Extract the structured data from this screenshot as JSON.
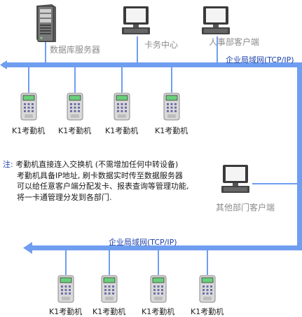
{
  "top_devices": {
    "server_label": "数据库服务器",
    "card_center_label": "卡务中心",
    "hr_client_label": "人事部客户端"
  },
  "network_top_label": "企业局域网(TCP/IP)",
  "network_bottom_label": "企业局域网(TCP/IP)",
  "terminals_top": [
    "K1考勤机",
    "K1考勤机",
    "K1考勤机",
    "K1考勤机"
  ],
  "terminals_bottom": [
    "K1考勤机",
    "K1考勤机",
    "K1考勤机",
    "K1考勤机"
  ],
  "other_client_label": "其他部门客户端",
  "note": {
    "prefix": "注:",
    "lines": [
      "考勤机直接连入交换机 (不需增加任何中转设备)",
      "考勤机具备IP地址, 刷卡数据实时传至数据服务器",
      "可以给任意客户端分配发卡、报表查询等管理功能,",
      "将一卡通管理分发到各部门."
    ]
  },
  "colors": {
    "network_line": "#6f9ef0",
    "label_gray": "#8c8c8c",
    "label_blue": "#1c3ea8"
  }
}
